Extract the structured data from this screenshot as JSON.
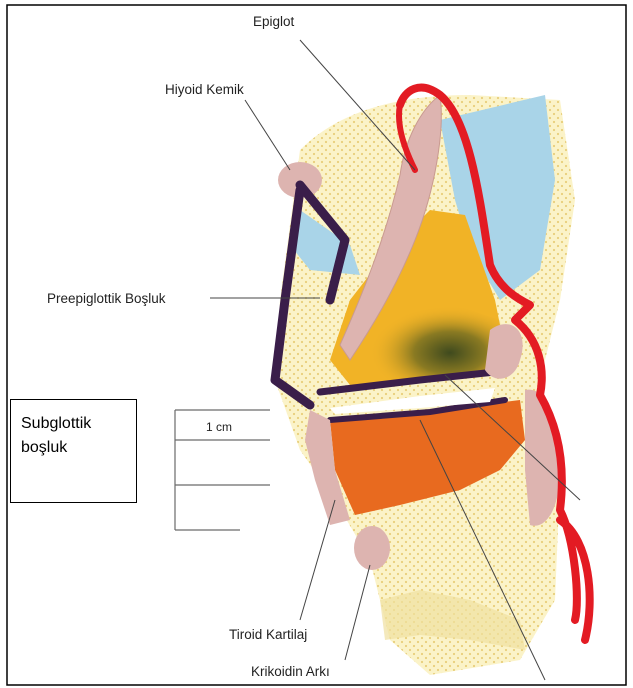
{
  "labels": {
    "epiglot": "Epiglot",
    "hiyoid": "Hiyoid Kemik",
    "preepiglottik": "Preepiglottik Boşluk",
    "measure": "1 cm",
    "tiroid": "Tiroid Kartilaj",
    "krikoid": "Krikoidin Arkı"
  },
  "callout": {
    "line1": "Subglottik",
    "line2": "boşluk"
  },
  "colors": {
    "red": "#e31b23",
    "yellow": "#f1b326",
    "orange": "#e86a1f",
    "blue": "#a9d4e8",
    "pink": "#ddb4b0",
    "dark": "#3a1e4a",
    "cream": "#fbf3c8"
  }
}
